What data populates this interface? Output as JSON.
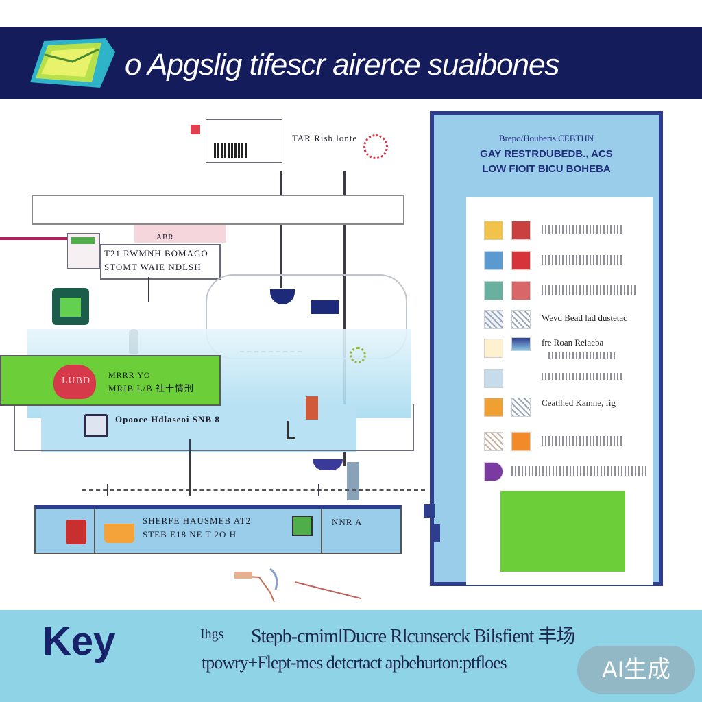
{
  "title": "o Apgslig tifescr airerce suaibones",
  "diagram": {
    "callout_top": "TAR Risb lonte",
    "device_label_1": "T21 RWMNH BOMAGO",
    "device_label_2": "STOMT WAIE NDLSH",
    "callout_small": "ABR",
    "red_badge": "LUBD",
    "green_label_1": "MRRR YO",
    "green_label_2": "MRIB L/B 社十情刑",
    "water_label": "Opooce Hdlaseoi SNB 8",
    "bottom_text_1": "SHERFE HAUSMEB AT2",
    "bottom_text_2": "STEB E18 NE T 2O H",
    "bottom_right": "NNR A"
  },
  "panel": {
    "heading_1": "Brepo/Houberis CEBTHN",
    "heading_2": "GAY RESTRDUBEDB., ACS",
    "heading_3": "LOW FIOIT BICU BOHEBA",
    "row_label_1": "Wevd Bead lad dustetac",
    "row_label_2": "fre Roan Relaeba",
    "row_label_3": "Ceatlhed Kamne, fig"
  },
  "key": {
    "title": "Key",
    "line_1": "Stepb-cmimlDucre Rlcunserck Bilsfient 丰场",
    "line_1_prefix": "Ihgs",
    "line_2": "tpowry+Flept-mes detcrtact apbehurton:ptfloes"
  },
  "watermark": "AI生成",
  "colors": {
    "title_bar": "#141c5c",
    "panel_border": "#2f3d8e",
    "panel_bg": "#99cdea",
    "key_bar": "#8fd3e6",
    "green": "#6ccf3a",
    "red": "#d63a4a"
  }
}
